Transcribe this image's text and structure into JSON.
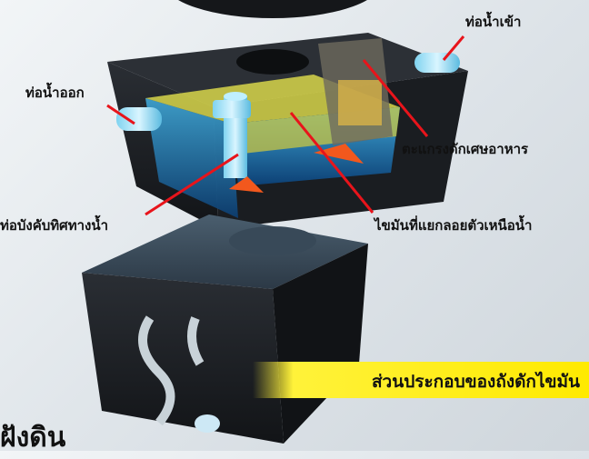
{
  "labels": {
    "inlet_pipe": "ท่อน้ำเข้า",
    "outlet_pipe": "ท่อน้ำออก",
    "food_screen": "ตะแกรงดักเศษอาหาร",
    "direction_pipe": "ท่อบังคับทิศทางน้ำ",
    "floating_grease": "ไขมันที่แยกลอยตัวเหนือน้ำ"
  },
  "banner": {
    "text": "ส่วนประกอบของถังดักไขมัน"
  },
  "bottom_text": "ฝังดิน",
  "colors": {
    "banner": "#ffea00",
    "pointer": "#e8141b",
    "tank": "#1e2126"
  }
}
